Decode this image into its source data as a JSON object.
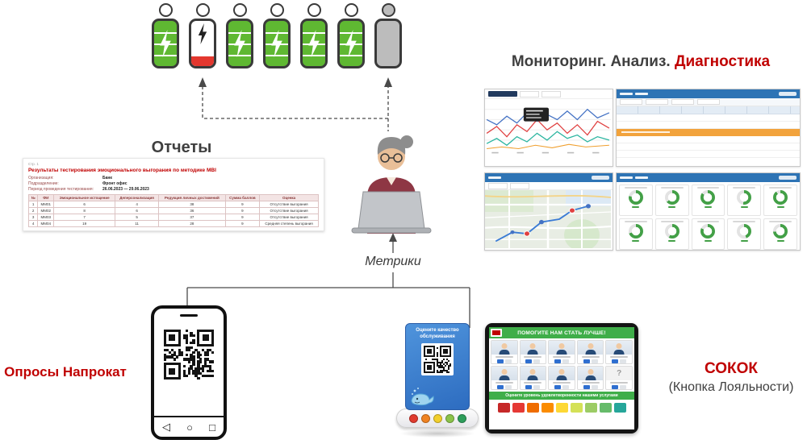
{
  "labels": {
    "reports": "Отчеты",
    "monitoring": "Мониторинг. Анализ.",
    "diagnostics": "Диагностика",
    "metrics": "Метрики",
    "surveys_rent": "Опросы Напрокат",
    "sokok": "СОКОК",
    "sokok_sub": "(Кнопка Лояльности)"
  },
  "colors": {
    "accent_red": "#C00000",
    "heading_gray": "#3F3F3F",
    "battery_green": "#5FB832",
    "battery_low_red": "#E3372E",
    "battery_inactive_gray": "#BCBCBC",
    "dashboard_header_blue": "#2E74B5",
    "highlight_orange": "#F2A33C",
    "gauge_green": "#43A047",
    "tablet_green": "#3FAE49",
    "stand_blue": "#2D6CC0"
  },
  "battery_people": {
    "states": [
      "full",
      "low",
      "full",
      "full",
      "full",
      "full",
      "inactive"
    ]
  },
  "report": {
    "page_label": "Стр. 1",
    "title": "Результаты тестирования эмоционального выгорания по методике MBI",
    "fields": [
      {
        "label": "Организация:",
        "value": "Банк"
      },
      {
        "label": "Подразделение:",
        "value": "Фронт офис"
      },
      {
        "label": "Период проведения тестирования:",
        "value": "26.06.2023 — 29.06.2023"
      }
    ],
    "table": {
      "headers": [
        "№",
        "ФИ",
        "Эмоциональное истощение",
        "Деперсонализация",
        "Редукция личных достижений",
        "Сумма баллов",
        "Оценка"
      ],
      "rows": [
        [
          "1",
          "ММ01",
          "6",
          "4",
          "38",
          "9",
          "Отсутствие выгорания"
        ],
        [
          "2",
          "ММ02",
          "8",
          "6",
          "36",
          "9",
          "Отсутствие выгорания"
        ],
        [
          "3",
          "ММ03",
          "7",
          "5",
          "37",
          "9",
          "Отсутствие выгорания"
        ],
        [
          "4",
          "ММ04",
          "19",
          "11",
          "28",
          "9",
          "Средняя степень выгорания"
        ]
      ]
    }
  },
  "dashboards": {
    "panels": [
      "charts",
      "table",
      "map",
      "gauges"
    ],
    "gauge_values": [
      78,
      64,
      85,
      52,
      90,
      70,
      58,
      82,
      45,
      74
    ]
  },
  "phone": {
    "nav": [
      {
        "name": "back",
        "glyph": "◁"
      },
      {
        "name": "home",
        "glyph": "○"
      },
      {
        "name": "recents",
        "glyph": "□"
      }
    ]
  },
  "stand": {
    "title": "Оцените качество обслуживания",
    "button_colors": [
      "#e03b2f",
      "#f08322",
      "#f2cf2c",
      "#8bc34a",
      "#2e9e5b"
    ]
  },
  "tablet": {
    "header": "ПОМОГИТЕ НАМ СТАТЬ ЛУЧШЕ!",
    "rate_strip": "Оцените уровень удовлетворенности нашими услугами",
    "staff_cards": 10,
    "unknown_glyph": "?",
    "scale_colors": [
      "#c62828",
      "#e53935",
      "#ef6c00",
      "#fb8c00",
      "#fdd835",
      "#d4e157",
      "#9ccc65",
      "#66bb6a",
      "#26a69a"
    ]
  }
}
